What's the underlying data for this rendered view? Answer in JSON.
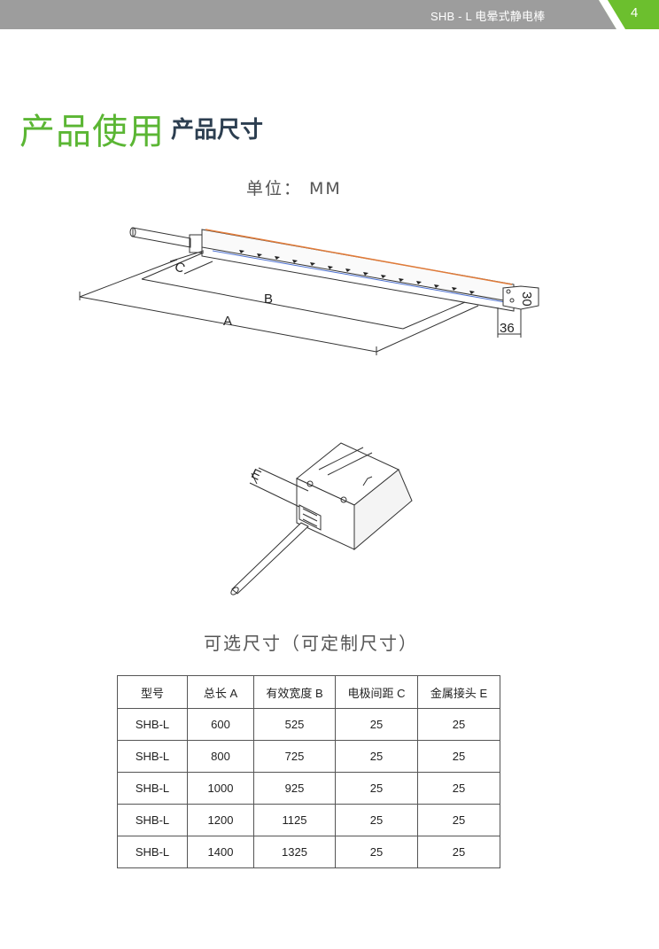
{
  "header": {
    "doc_title": "SHB - L 电晕式静电棒",
    "page_number": "4",
    "bar_color": "#9d9d9d",
    "accent_color": "#6cbf2e"
  },
  "section": {
    "title_main": "产品使用",
    "title_sub": "产品尺寸",
    "title_main_color": "#5bb634"
  },
  "unit_label": "单位： MM",
  "diagram_top": {
    "label_a": "A",
    "label_b": "B",
    "label_c": "C",
    "label_36": "36",
    "label_30": "30"
  },
  "diagram_bottom": {
    "label_e": "E"
  },
  "options_title": "可选尺寸（可定制尺寸）",
  "table": {
    "headers": [
      "型号",
      "总长 A",
      "有效宽度 B",
      "电极间距 C",
      "金属接头 E"
    ],
    "rows": [
      [
        "SHB-L",
        "600",
        "525",
        "25",
        "25"
      ],
      [
        "SHB-L",
        "800",
        "725",
        "25",
        "25"
      ],
      [
        "SHB-L",
        "1000",
        "925",
        "25",
        "25"
      ],
      [
        "SHB-L",
        "1200",
        "1125",
        "25",
        "25"
      ],
      [
        "SHB-L",
        "1400",
        "1325",
        "25",
        "25"
      ]
    ]
  }
}
